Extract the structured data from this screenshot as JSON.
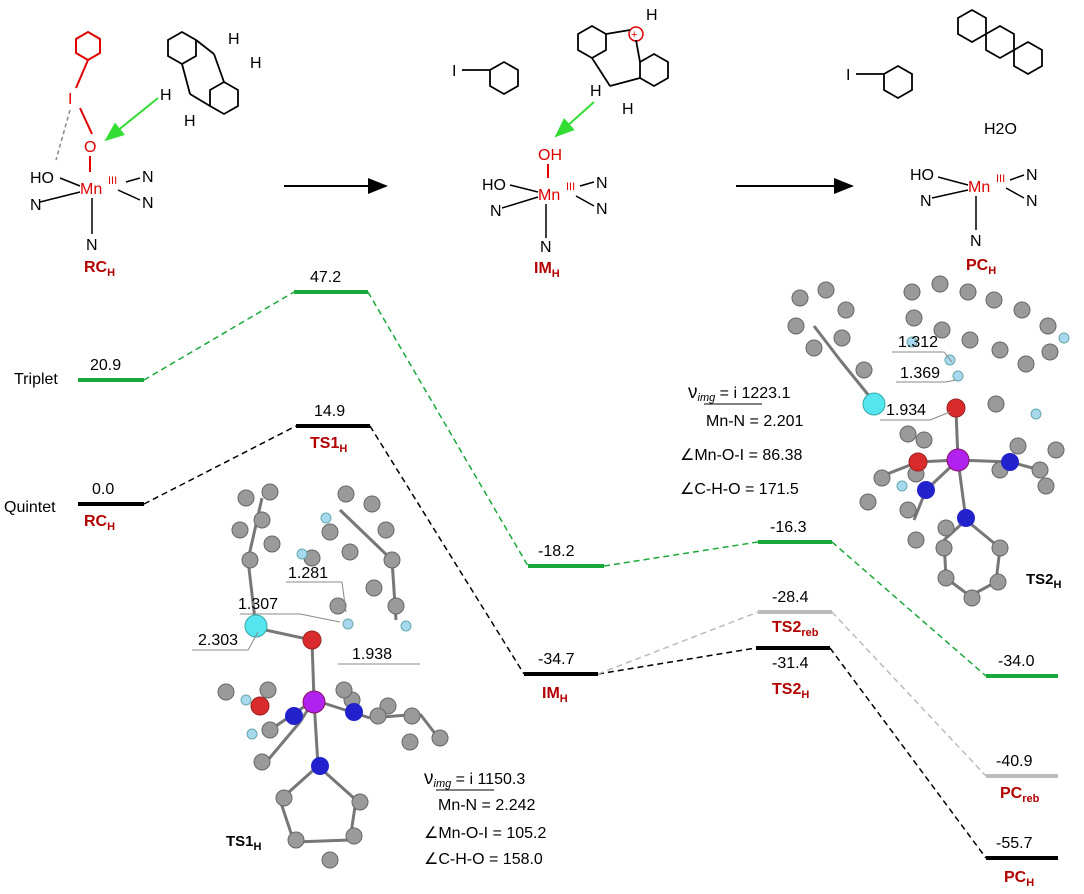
{
  "colors": {
    "triplet": "#1aa83a",
    "quintet": "#000000",
    "rebound": "#bbbbbb",
    "label_red": "#b30000",
    "arrow_green": "#33dd33",
    "carbon": "#9a9a9a",
    "oxygen": "#d92b2b",
    "nitrogen": "#2222cc",
    "manganese": "#b222ee",
    "iodine": "#55e5ee",
    "hydrogen": "#a8d8ee"
  },
  "states": {
    "triplet": "Triplet",
    "quintet": "Quintet"
  },
  "levels": [
    {
      "id": "rc_t",
      "value": "20.9"
    },
    {
      "id": "ts1_t",
      "value": "47.2"
    },
    {
      "id": "im_t",
      "value": "-18.2"
    },
    {
      "id": "ts2_t",
      "value": "-16.3"
    },
    {
      "id": "pc_t",
      "value": "-34.0"
    },
    {
      "id": "rc_q",
      "value": "0.0"
    },
    {
      "id": "ts1_q",
      "value": "14.9"
    },
    {
      "id": "im_q",
      "value": "-34.7"
    },
    {
      "id": "ts2reb",
      "value": "-28.4"
    },
    {
      "id": "ts2_q",
      "value": "-31.4"
    },
    {
      "id": "pcreb",
      "value": "-40.9"
    },
    {
      "id": "pc_q",
      "value": "-55.7"
    }
  ],
  "species_labels": {
    "rc": {
      "main": "RC",
      "sub": "H"
    },
    "ts1": {
      "main": "TS1",
      "sub": "H"
    },
    "im": {
      "main": "IM",
      "sub": "H"
    },
    "ts2reb": {
      "main": "TS2",
      "sub": "reb"
    },
    "ts2": {
      "main": "TS2",
      "sub": "H"
    },
    "pcreb": {
      "main": "PC",
      "sub": "reb"
    },
    "pc": {
      "main": "PC",
      "sub": "H"
    }
  },
  "structures": {
    "rc": {
      "label_main": "RC",
      "label_sub": "H",
      "mn": "Mn",
      "ox": "III",
      "I": "I",
      "O": "O",
      "HO": "HO",
      "N": "N",
      "H": "H"
    },
    "im": {
      "label_main": "IM",
      "label_sub": "H",
      "mn": "Mn",
      "ox": "III",
      "OH": "OH",
      "HO": "HO",
      "N": "N",
      "I": "I",
      "H": "H",
      "plus": "+"
    },
    "pc": {
      "label_main": "PC",
      "label_sub": "H",
      "mn": "Mn",
      "ox": "III",
      "HO": "HO",
      "N": "N",
      "I": "I",
      "water": "H2O"
    }
  },
  "ts1_geom": {
    "title_main": "TS1",
    "title_sub": "H",
    "d1": "1.281",
    "d2": "1.307",
    "d3": "2.303",
    "d4": "1.938",
    "nu_prefix": "ν",
    "nu_sub": "img",
    "nu_value": " = i 1150.3",
    "mn_n": "Mn-N = 2.242",
    "angle1": "∠Mn-O-I = 105.2",
    "angle2": "∠C-H-O = 158.0"
  },
  "ts2_geom": {
    "title_main": "TS2",
    "title_sub": "H",
    "d1": "1.312",
    "d2": "1.369",
    "d3": "1.934",
    "nu_prefix": "ν",
    "nu_sub": "img",
    "nu_value": " = i 1223.1",
    "mn_n": "Mn-N = 2.201",
    "angle1": "∠Mn-O-I = 86.38",
    "angle2": "∠C-H-O = 171.5"
  }
}
